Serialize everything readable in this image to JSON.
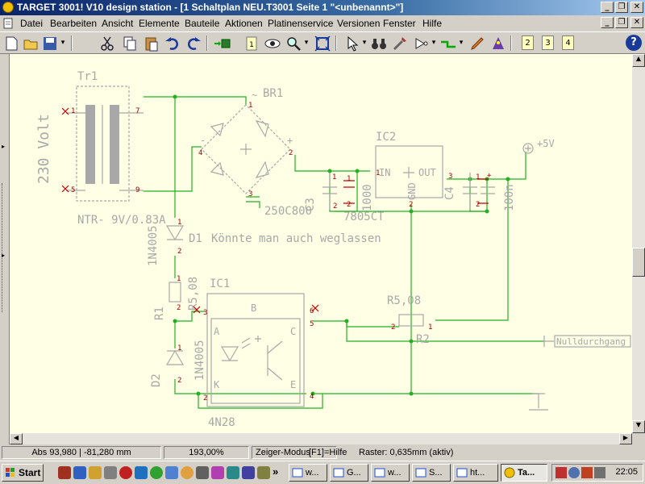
{
  "window": {
    "title": "TARGET 3001! V10 design station - [1 Schaltplan NEU.T3001 Seite 1 \"<unbenannt>\"]"
  },
  "caption_buttons": {
    "minimize": "_",
    "restore": "❐",
    "close": "✕"
  },
  "menu": [
    "Datei",
    "Bearbeiten",
    "Ansicht",
    "Elemente",
    "Bauteile",
    "Aktionen",
    "Platinenservice",
    "Versionen",
    "Fenster",
    "Hilfe"
  ],
  "toolbar": {
    "page_buttons": [
      "2",
      "3",
      "4"
    ],
    "help_label": "?"
  },
  "schematic": {
    "labels": {
      "tr1": "Tr1",
      "volt": "230 Volt",
      "ntr": "NTR- 9V/0.83A",
      "br1": "BR1",
      "br_part": "250C800",
      "ic2": "IC2",
      "ic2_part": "7805CT",
      "ic2_in": "IN",
      "ic2_gnd": "GND",
      "ic2_out": "OUT",
      "c3": "C3",
      "c3_val": "1000",
      "c4": "C4",
      "c4_val": "100n",
      "plus5v": "+5V",
      "d1": "D1",
      "d1_part": "1N4005",
      "d1_note": "Könnte man auch weglassen",
      "r1": "R1",
      "r1_val": "R5,08",
      "ic1": "IC1",
      "ic1_part": "4N28",
      "ic1_b": "B",
      "ic1_a": "A",
      "ic1_c": "C",
      "ic1_k": "K",
      "ic1_e": "E",
      "d2": "D2",
      "d2_part": "1N4005",
      "r2": "R2",
      "r2_val": "R5,08",
      "null_label": "Nulldurchgang"
    }
  },
  "status": {
    "coords": "Abs 93,980 | -81,280 mm",
    "zoom": "193,00%",
    "mode": "Zeiger-Modus",
    "help": "[F1]=Hilfe",
    "grid": "Raster: 0,635mm (aktiv)"
  },
  "taskbar": {
    "start": "Start",
    "overflow": "»",
    "tasks": [
      "w...",
      "G...",
      "w...",
      "S...",
      "ht...",
      "Ta..."
    ],
    "clock": "22:05"
  }
}
